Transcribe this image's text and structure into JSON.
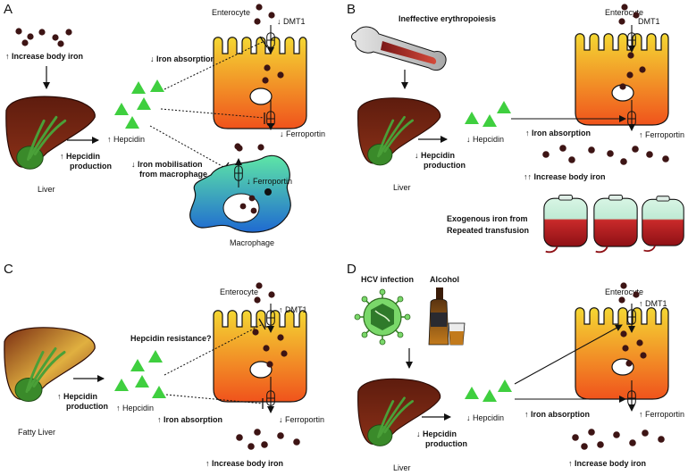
{
  "panels": {
    "a": {
      "letter": "A",
      "increase_iron": "↑ Increase body iron",
      "enterocyte": "Enterocyte",
      "dmt1": "↓ DMT1",
      "iron_absorption": "↓ Iron absorption",
      "hepcidin": "↑ Hepcidin",
      "hepcidin_prod_1": "↑ Hepcidin",
      "hepcidin_prod_2": "production",
      "ferroportin": "↓ Ferroportin",
      "mobilisation_1": "↓ Iron mobilisation",
      "mobilisation_2": "from macrophage",
      "macro_ferroportin": "↓ Ferroportin",
      "liver": "Liver",
      "macrophage": "Macrophage"
    },
    "b": {
      "letter": "B",
      "ineffective": "Ineffective erythropoiesis",
      "enterocyte": "Enterocyte",
      "dmt1": "DMT1",
      "hepcidin": "↓ Hepcidin",
      "hepcidin_prod_1": "↓ Hepcidin",
      "hepcidin_prod_2": "production",
      "iron_absorption": "↑ Iron absorption",
      "ferroportin": "↑ Ferroportin",
      "increase_iron": "↑↑ Increase body iron",
      "liver": "Liver",
      "exogenous_1": "Exogenous iron from",
      "exogenous_2": "Repeated transfusion"
    },
    "c": {
      "letter": "C",
      "enterocyte": "Enterocyte",
      "dmt1": "↑ DMT1",
      "resistance": "Hepcidin resistance?",
      "hepcidin_prod_1": "↑ Hepcidin",
      "hepcidin_prod_2": "production",
      "hepcidin": "↑ Hepcidin",
      "iron_absorption": "↑ Iron absorption",
      "ferroportin": "↓ Ferroportin",
      "fatty_liver": "Fatty Liver",
      "increase_iron": "↑ Increase body iron"
    },
    "d": {
      "letter": "D",
      "hcv": "HCV infection",
      "alcohol": "Alcohol",
      "enterocyte": "Enterocyte",
      "dmt1": "↑ DMT1",
      "hepcidin": "↓ Hepcidin",
      "hepcidin_prod_1": "↓ Hepcidin",
      "hepcidin_prod_2": "production",
      "iron_absorption": "↑ Iron absorption",
      "ferroportin": "↑ Ferroportin",
      "liver": "Liver",
      "increase_iron": "↑ Increase body iron"
    }
  },
  "colors": {
    "iron": "#3d1414",
    "hepcidin": "#3fcf3f",
    "enterocyte_top": "#f4d733",
    "enterocyte_bottom": "#f0531c",
    "liver": "#6e2212",
    "gallbladder": "#3a8a2a",
    "macrophage_top": "#5ee6a6",
    "macrophage_bottom": "#1f6ad1",
    "blood": "#b4191f"
  }
}
